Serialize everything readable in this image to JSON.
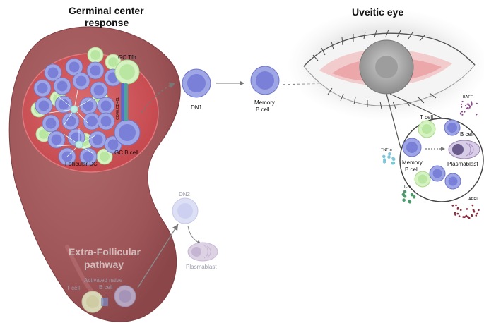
{
  "titles": {
    "germinal_line1": "Germinal center",
    "germinal_line2": "response",
    "eye": "Uveitic eye",
    "extra_line1": "Extra-Follicular",
    "extra_line2": "pathway"
  },
  "labels": {
    "gc_tfh": "GC Tfh",
    "cd40": "CD40:CD40L",
    "gc_b_cell": "GC B cell",
    "follicular_dc": "Follicular DC",
    "dn1": "DN1",
    "memory_b_line1": "Memory",
    "memory_b_line2": "B cell",
    "dn2": "DN2",
    "plasmablast": "Plasmablast",
    "activated_naive_line1": "Activated naive",
    "activated_naive_line2": "B cell",
    "t_cell": "T cell"
  },
  "inset": {
    "t_cell": "T cell",
    "b_cell": "B cell",
    "memory_line1": "Memory",
    "memory_line2": "B cell",
    "plasmablast": "Plasmablast"
  },
  "cytokines": {
    "baff": "BAFF",
    "tnf": "TNF-α",
    "il6": "IL-6",
    "april": "APRIL"
  },
  "colors": {
    "node_fill": "#9fa6e6",
    "node_core": "#7a7fd8",
    "tcell_fill": "#d6f2c2",
    "tcell_core": "#b9e6a0",
    "organ": "#a35a5c",
    "follicle": "#c9585c",
    "dc": "#bfeee6"
  }
}
